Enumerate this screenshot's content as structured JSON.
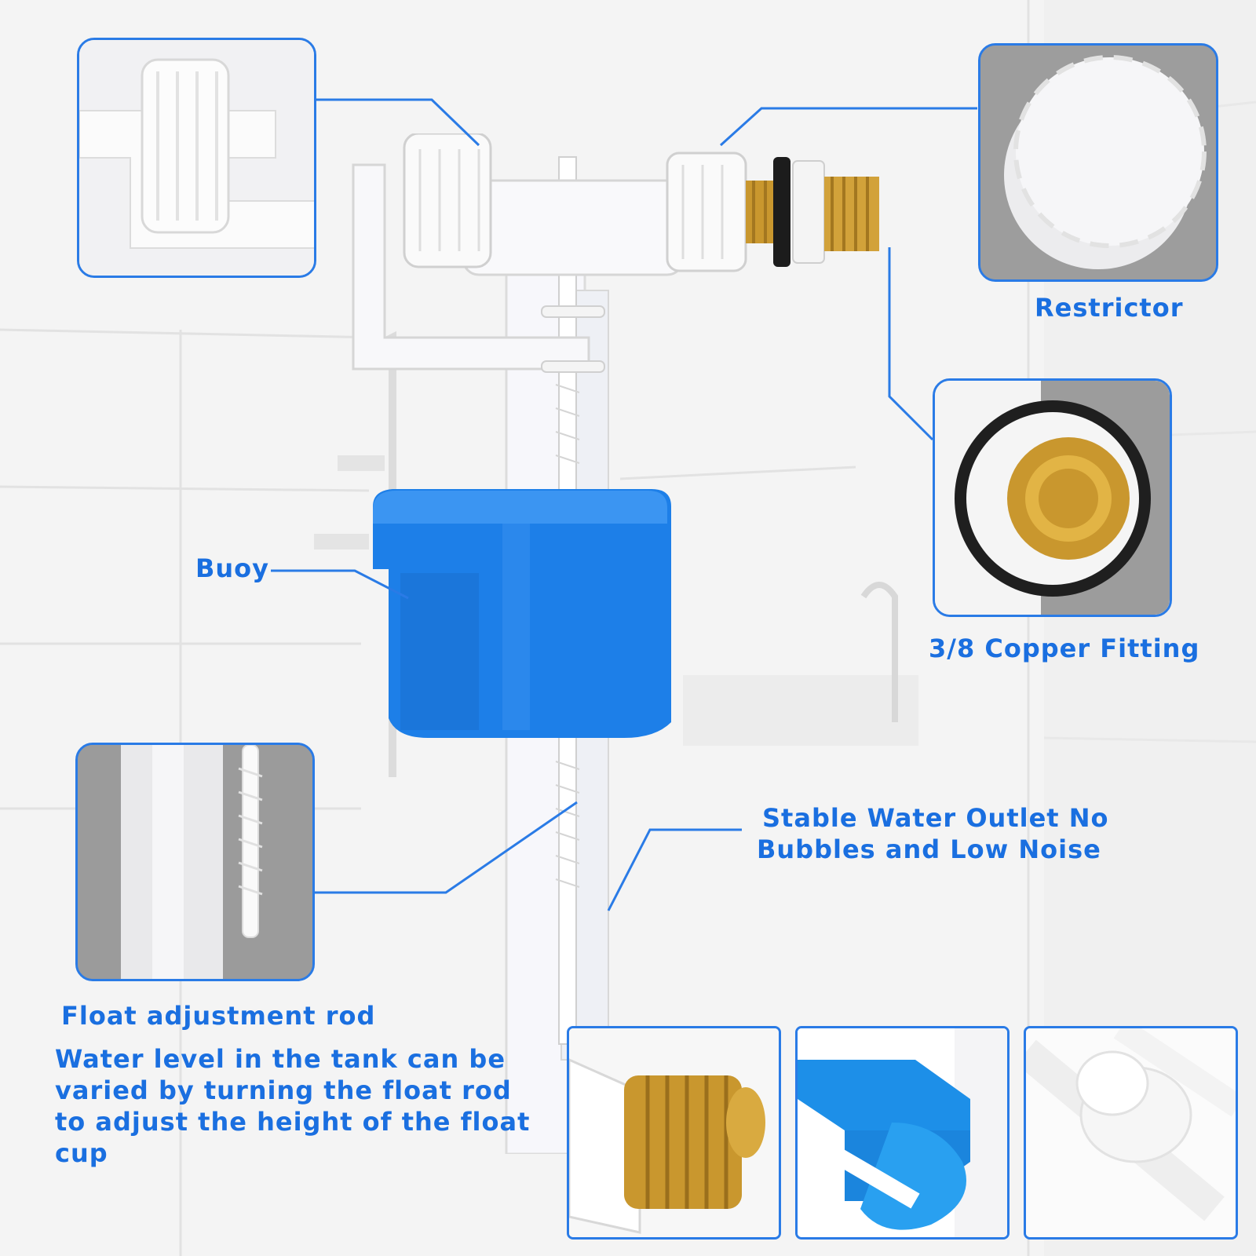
{
  "labels": {
    "restrictor": "Restrictor",
    "copper_fitting": "3/8 Copper Fitting",
    "buoy": "Buoy",
    "stable_outlet_line1": "Stable Water Outlet No",
    "stable_outlet_line2": "Bubbles and Low Noise",
    "float_rod_title": "Float adjustment rod",
    "float_rod_desc_line1": "Water level in the tank can be",
    "float_rod_desc_line2": "varied by turning the float rod",
    "float_rod_desc_line3": "to adjust the height of the float",
    "float_rod_desc_line4": "cup"
  },
  "colors": {
    "accent_blue": "#1a6fe0",
    "buoy_blue": "#1d7fe8",
    "brass": "#c9972e",
    "background_tile": "#f2f2f2"
  }
}
